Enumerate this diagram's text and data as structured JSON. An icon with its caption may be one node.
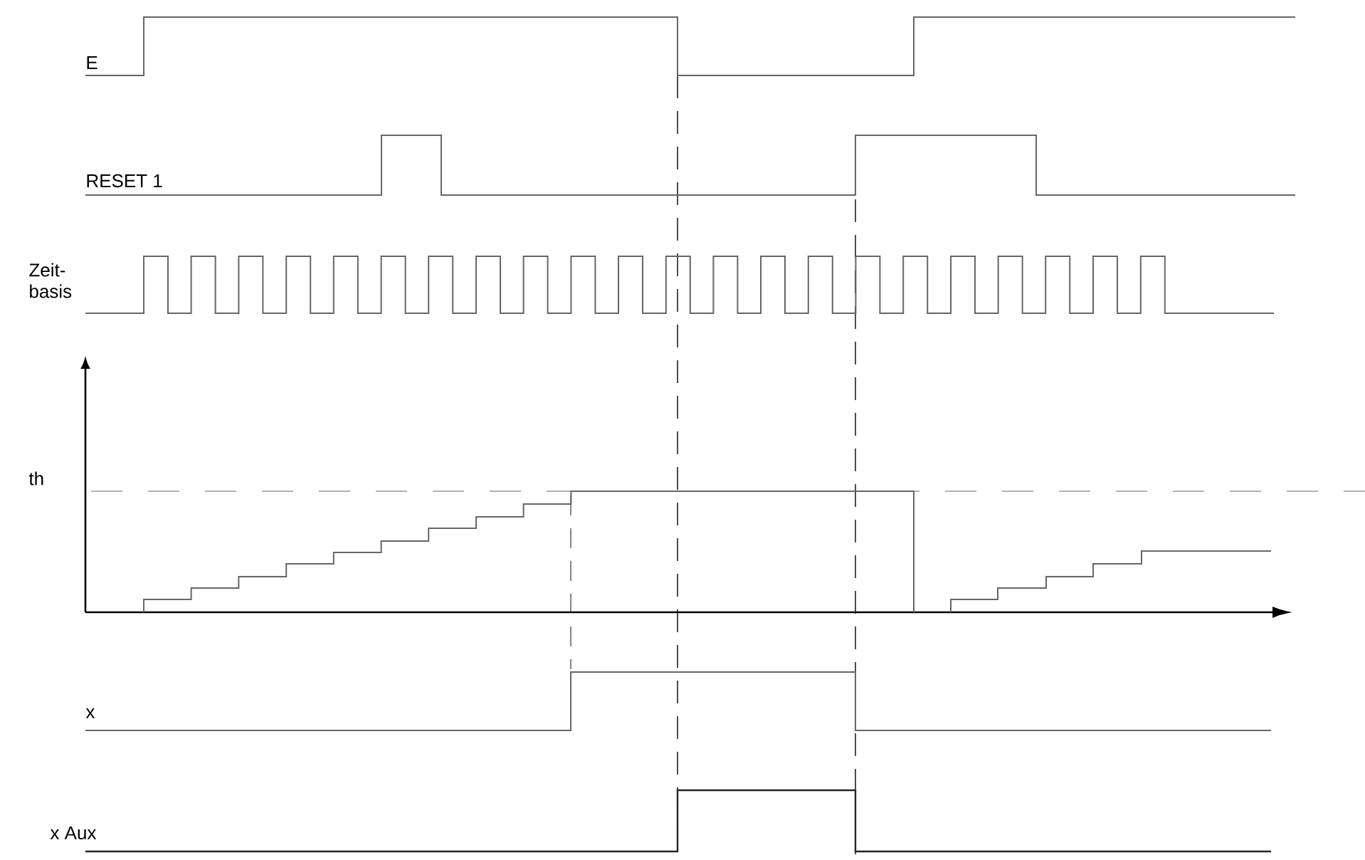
{
  "diagram": {
    "labels": [
      "E",
      "RESET 1",
      "Zeit- basis",
      "th",
      "x",
      "x Aux"
    ]
  }
}
